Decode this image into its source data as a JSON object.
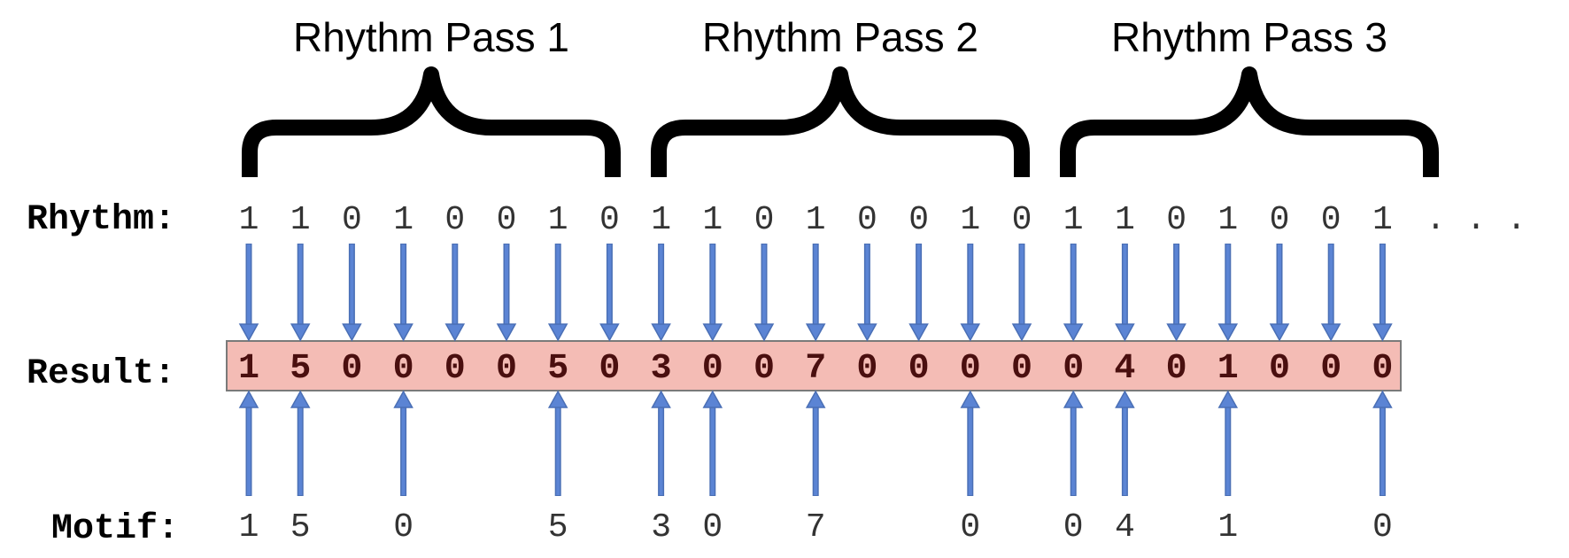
{
  "passes": [
    "Rhythm Pass 1",
    "Rhythm Pass 2",
    "Rhythm Pass 3"
  ],
  "labels": {
    "rhythm": "Rhythm:",
    "result": "Result:",
    "motif": "Motif:"
  },
  "rhythm": [
    "1",
    "1",
    "0",
    "1",
    "0",
    "0",
    "1",
    "0",
    "1",
    "1",
    "0",
    "1",
    "0",
    "0",
    "1",
    "0",
    "1",
    "1",
    "0",
    "1",
    "0",
    "0",
    "1"
  ],
  "rhythm_ellipsis": ". . .",
  "result": [
    "1",
    "5",
    "0",
    "0",
    "0",
    "0",
    "5",
    "0",
    "3",
    "0",
    "0",
    "7",
    "0",
    "0",
    "0",
    "0",
    "0",
    "4",
    "0",
    "1",
    "0",
    "0",
    "0"
  ],
  "motif": [
    "1",
    "5",
    "",
    "0",
    "",
    "",
    "5",
    "",
    "3",
    "0",
    "",
    "7",
    "",
    "",
    "0",
    "",
    "0",
    "4",
    "",
    "1",
    "",
    "",
    "0"
  ],
  "colors": {
    "arrow": "#5b84d4",
    "result_fill": "#f4bcb5",
    "result_text": "#4a0f0f"
  }
}
